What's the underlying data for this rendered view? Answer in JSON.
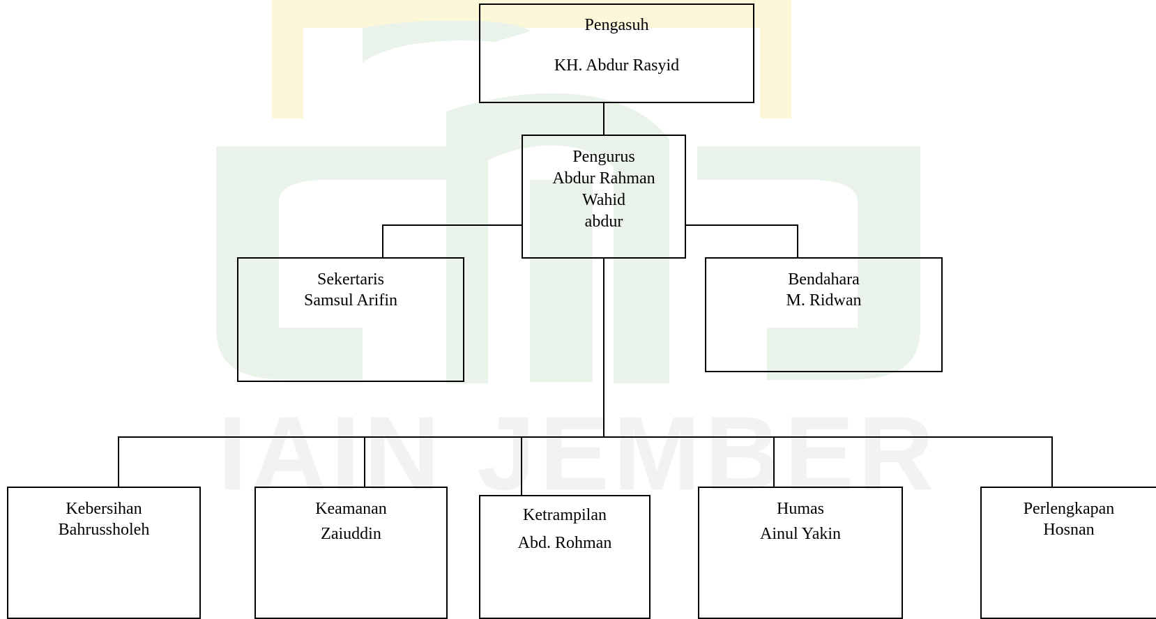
{
  "watermark": {
    "text": "IAIN JEMBER",
    "colors": {
      "green": "#eaf3ea",
      "yellow": "#fbf7d8",
      "gray": "#f2f2f2"
    }
  },
  "nodes": {
    "pengasuh": {
      "lines": [
        "Pengasuh",
        "KH. Abdur Rasyid"
      ]
    },
    "pengurus": {
      "lines": [
        "Pengurus",
        "Abdur Rahman",
        "Wahid",
        "abdur"
      ]
    },
    "sekertaris": {
      "lines": [
        "Sekertaris",
        "Samsul Arifin"
      ]
    },
    "bendahara": {
      "lines": [
        "Bendahara",
        "M. Ridwan"
      ]
    },
    "kebersihan": {
      "lines": [
        "Kebersihan",
        "Bahrussholeh"
      ]
    },
    "keamanan": {
      "lines": [
        "Keamanan",
        "Zaiuddin"
      ]
    },
    "ketrampilan": {
      "lines": [
        "Ketrampilan",
        "Abd. Rohman"
      ]
    },
    "humas": {
      "lines": [
        "Humas",
        "Ainul Yakin"
      ]
    },
    "perlengkapan": {
      "lines": [
        "Perlengkapan",
        "Hosnan"
      ]
    }
  }
}
